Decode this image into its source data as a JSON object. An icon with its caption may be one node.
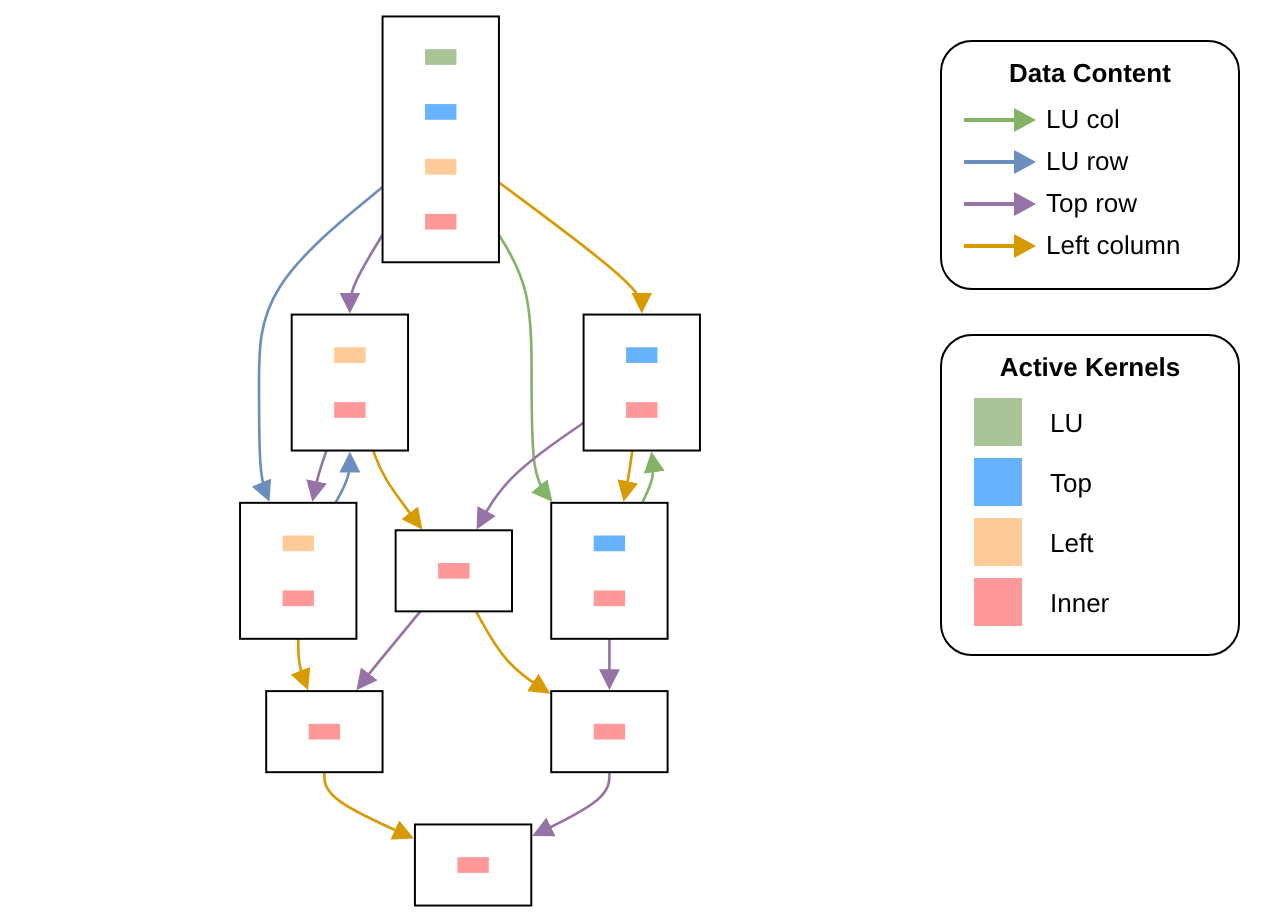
{
  "diagram": {
    "nodes": [
      {
        "text": [],
        "shape": "box"
      },
      {
        "text": [],
        "shape": "box",
        "in": 0
      },
      {
        "text": [],
        "shape": "box",
        "in": 0
      },
      {
        "text": [],
        "shape": "box",
        "in": 0
      },
      {
        "text": [],
        "shape": "box",
        "in": 0
      },
      {
        "text": [],
        "shape": "box"
      },
      {
        "text": [],
        "shape": "box",
        "in": 5
      },
      {
        "text": [],
        "shape": "box",
        "in": 5
      },
      {
        "text": [],
        "shape": "box"
      },
      {
        "text": [],
        "shape": "box",
        "in": 8
      },
      {
        "text": [],
        "shape": "box",
        "in": 8
      },
      {
        "text": [],
        "shape": "box"
      },
      {
        "text": [],
        "shape": "box",
        "in": 11
      },
      {
        "text": [],
        "shape": "box",
        "in": 11
      },
      {
        "text": [],
        "shape": "box"
      },
      {
        "text": [],
        "shape": "box",
        "in": 14
      },
      {
        "text": [],
        "shape": "box"
      },
      {
        "text": [],
        "shape": "box",
        "in": 16
      },
      {
        "text": [],
        "shape": "box"
      },
      {
        "text": [],
        "shape": "box",
        "in": 18
      },
      {
        "text": [],
        "shape": "box",
        "in": 18
      },
      {
        "text": [],
        "shape": "box"
      },
      {
        "text": [],
        "shape": "box",
        "in": 21
      },
      {
        "text": [],
        "shape": "box"
      },
      {
        "text": [],
        "shape": "box",
        "in": 23
      }
    ],
    "edges": [
      {
        "from": 0,
        "to": 5,
        "arrow": "to",
        "color": "#82b366"
      },
      {
        "from": 5,
        "to": 8,
        "arrow": "to",
        "color": "#82b366"
      },
      {
        "from": 0,
        "to": 11,
        "arrow": "to",
        "color": "#6c8ebf"
      },
      {
        "from": 11,
        "to": 18,
        "arrow": "to",
        "color": "#6c8ebf"
      },
      {
        "from": 0,
        "to": 8,
        "arrow": "to",
        "color": "#d79b00"
      },
      {
        "from": 8,
        "to": 5,
        "arrow": "to",
        "color": "#d79b00"
      },
      {
        "from": 11,
        "to": 16,
        "arrow": "to",
        "color": "#d79b00"
      },
      {
        "from": 16,
        "to": 14,
        "arrow": "to",
        "color": "#d79b00"
      },
      {
        "from": 18,
        "to": 23,
        "arrow": "to",
        "color": "#d79b00"
      },
      {
        "from": 23,
        "to": 21,
        "arrow": "to",
        "color": "#d79b00"
      },
      {
        "from": 0,
        "to": 18,
        "arrow": "to",
        "color": "#9673a6"
      },
      {
        "from": 18,
        "to": 11,
        "arrow": "to",
        "color": "#9673a6"
      },
      {
        "from": 5,
        "to": 21,
        "arrow": "to",
        "color": "#9673a6"
      },
      {
        "from": 21,
        "to": 14,
        "arrow": "to",
        "color": "#9673a6"
      },
      {
        "from": 8,
        "to": 23,
        "arrow": "to",
        "color": "#9673a6"
      },
      {
        "from": 23,
        "to": 16,
        "arrow": "to",
        "color": "#9673a6"
      }
    ],
    "labels": [
      "Data Content",
      "Active Kernels"
    ],
    "legend": [
      {
        "text": "LU col"
      },
      {
        "text": "LU row"
      },
      {
        "text": "Top row"
      },
      {
        "text": "Left column"
      },
      {
        "text": "LU",
        "color": "#a9c497"
      },
      {
        "text": "Top",
        "color": "#66b2ff"
      },
      {
        "text": "Left",
        "color": "#ffcc99"
      },
      {
        "text": "Inner",
        "color": "#ff9999"
      }
    ]
  }
}
